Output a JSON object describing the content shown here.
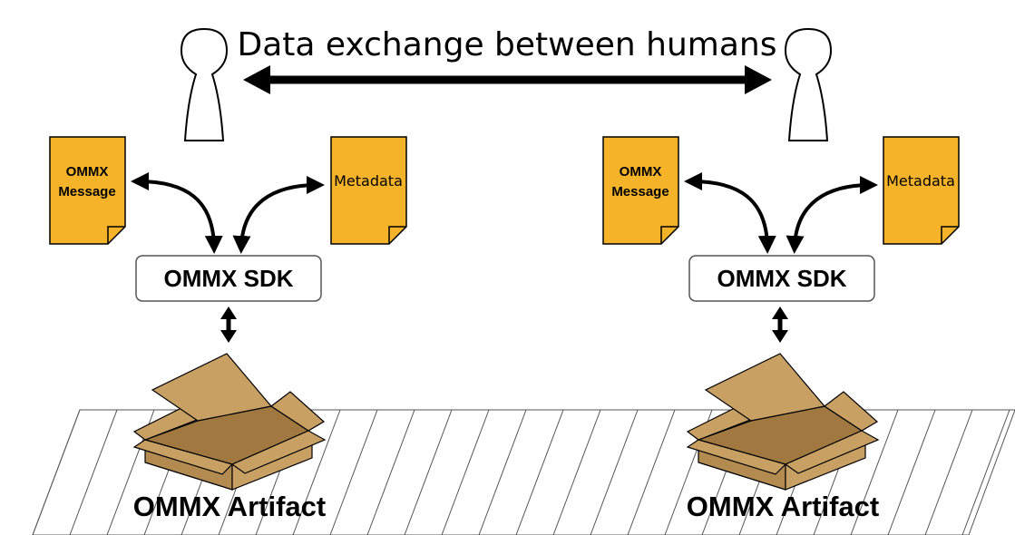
{
  "title": "Data exchange between humans",
  "colors": {
    "document_fill": "#F5B32A",
    "box_fill": "#C9A064",
    "box_shadow": "#B38A50",
    "outline": "#000000"
  },
  "icons": {
    "person": "person-icon",
    "document": "document-icon",
    "box": "open-box-icon"
  },
  "sides": [
    {
      "message_doc": {
        "line1": "OMMX",
        "line2": "Message"
      },
      "metadata_doc": {
        "label": "Metadata"
      },
      "sdk": {
        "label": "OMMX SDK"
      },
      "artifact": {
        "label": "OMMX Artifact"
      }
    },
    {
      "message_doc": {
        "line1": "OMMX",
        "line2": "Message"
      },
      "metadata_doc": {
        "label": "Metadata"
      },
      "sdk": {
        "label": "OMMX SDK"
      },
      "artifact": {
        "label": "OMMX Artifact"
      }
    }
  ]
}
